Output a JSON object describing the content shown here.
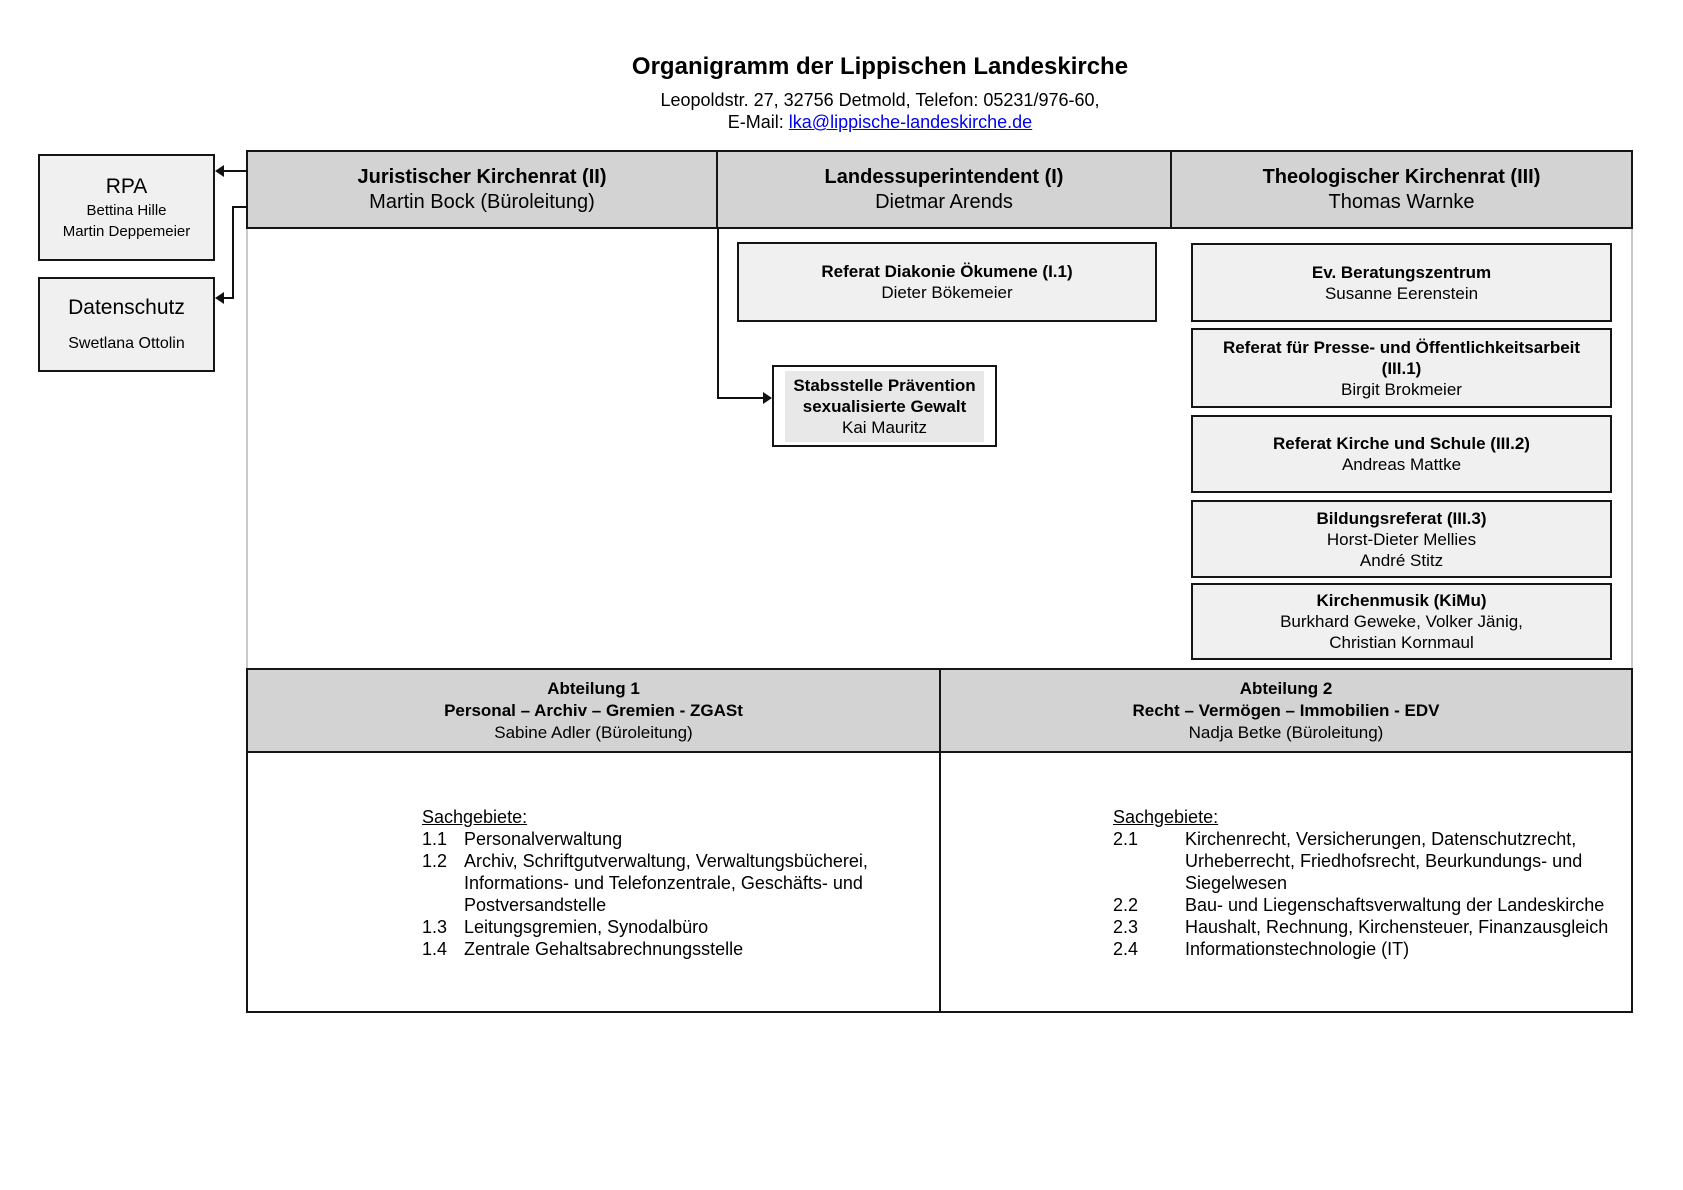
{
  "title_block": {
    "title": "Organigramm der Lippischen Landeskirche",
    "address": "Leopoldstr. 27, 32756 Detmold, Telefon: 05231/976-60,",
    "email_label": "E-Mail: ",
    "email": "lka@lippische-landeskirche.de"
  },
  "side_boxes": {
    "rpa": {
      "title": "RPA",
      "member1": "Bettina Hille",
      "member2": "Martin Deppemeier"
    },
    "datenschutz": {
      "title": "Datenschutz",
      "member1": "Swetlana Ottolin"
    }
  },
  "leadership_row": [
    {
      "title": "Juristischer Kirchenrat (II)",
      "person": "Martin Bock (Büroleitung)"
    },
    {
      "title": "Landessuperintendent (I)",
      "person": "Dietmar Arends"
    },
    {
      "title": "Theologischer Kirchenrat (III)",
      "person": "Thomas Warnke"
    }
  ],
  "center_boxes": {
    "diakonie": {
      "title": "Referat Diakonie Ökumene (I.1)",
      "person": "Dieter Bökemeier"
    },
    "stabsstelle": {
      "title_line1": "Stabsstelle Prävention",
      "title_line2": "sexualisierte Gewalt",
      "person": "Kai Mauritz"
    }
  },
  "right_column": [
    {
      "bold1": "Ev. Beratungszentrum",
      "line1": "Susanne Eerenstein"
    },
    {
      "bold1": "Referat für Presse- und Öffentlichkeitsarbeit",
      "bold2": "(III.1)",
      "line1": "Birgit Brokmeier"
    },
    {
      "bold1": "Referat Kirche und Schule (III.2)",
      "line1": "Andreas Mattke"
    },
    {
      "bold1": "Bildungsreferat (III.3)",
      "line1": "Horst-Dieter Mellies",
      "line2": "André Stitz"
    },
    {
      "bold1": "Kirchenmusik (KiMu)",
      "line1": "Burkhard Geweke, Volker Jänig,",
      "line2": "Christian Kornmaul"
    }
  ],
  "departments": [
    {
      "name": "Abteilung 1",
      "areas": "Personal – Archiv – Gremien - ZGASt",
      "lead": "Sabine Adler (Büroleitung)",
      "list_label": "Sachgebiete:",
      "items": [
        {
          "num": "1.1",
          "text": "Personalverwaltung"
        },
        {
          "num": "1.2",
          "text": "Archiv, Schriftgutverwaltung, Verwaltungsbücherei, Informations- und Telefonzentrale, Geschäfts- und Postversandstelle"
        },
        {
          "num": "1.3",
          "text": "Leitungsgremien, Synodalbüro"
        },
        {
          "num": "1.4",
          "text": "Zentrale Gehaltsabrechnungsstelle"
        }
      ]
    },
    {
      "name": "Abteilung 2",
      "areas": "Recht – Vermögen – Immobilien - EDV",
      "lead": "Nadja Betke (Büroleitung)",
      "list_label": "Sachgebiete:",
      "items": [
        {
          "num": "2.1",
          "text": "Kirchenrecht, Versicherungen, Datenschutzrecht, Urheberrecht, Friedhofsrecht, Beurkundungs- und Siegelwesen"
        },
        {
          "num": "2.2",
          "text": "Bau- und Liegenschaftsverwaltung der Landeskirche"
        },
        {
          "num": "2.3",
          "text": "Haushalt, Rechnung, Kirchensteuer, Finanzausgleich"
        },
        {
          "num": "2.4",
          "text": "Informationstechnologie (IT)"
        }
      ]
    }
  ],
  "colors": {
    "header_fill": "#d3d3d3",
    "box_fill": "#f0f0f0",
    "border": "#151515",
    "link_blue": "#0000ee",
    "faint_border": "#c9c9c9"
  }
}
